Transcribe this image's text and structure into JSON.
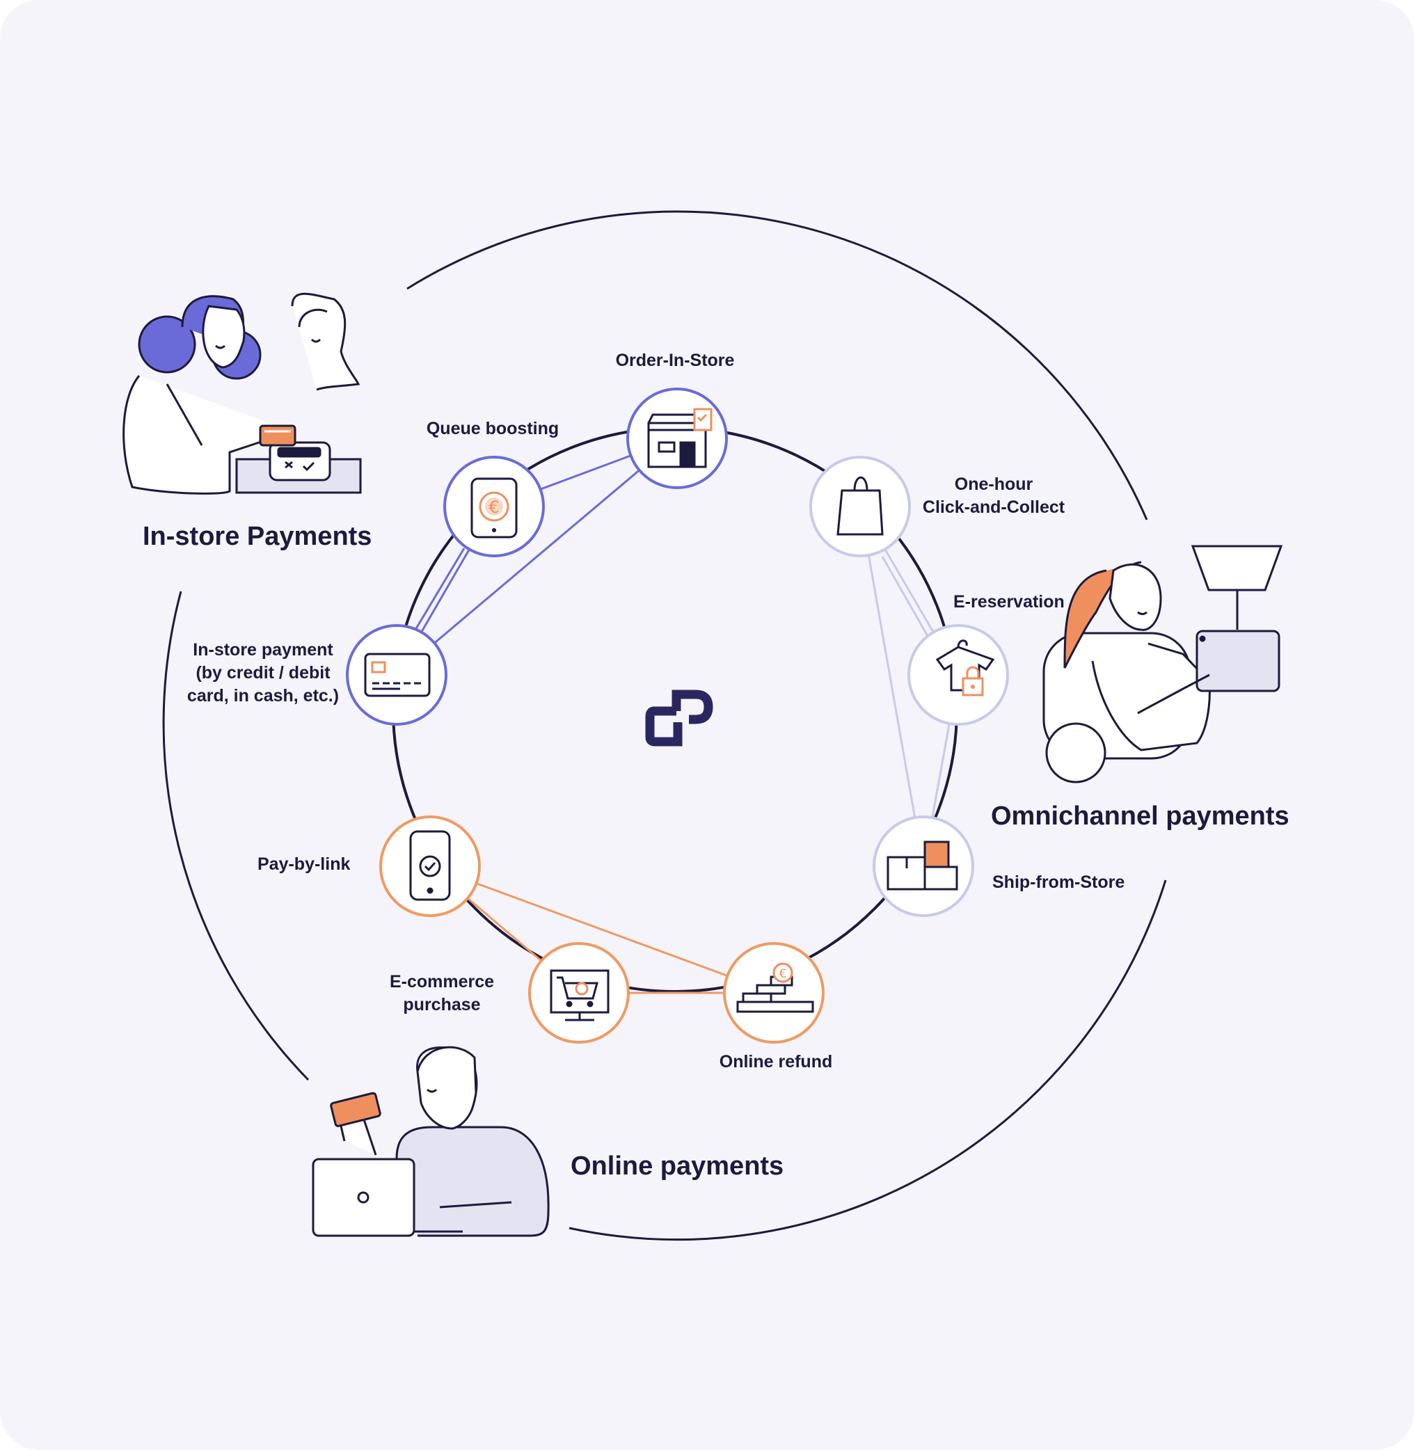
{
  "groups": {
    "in_store": "In-store Payments",
    "omnichannel": "Omnichannel payments",
    "online": "Online payments"
  },
  "nodes": {
    "order_in_store": "Order-In-Store",
    "queue_boosting": "Queue boosting",
    "click_collect": "One-hour\nClick-and-Collect",
    "e_reservation": "E-reservation",
    "in_store_payment": "In-store payment\n(by credit / debit\ncard, in cash, etc.)",
    "pay_by_link": "Pay-by-link",
    "ship_from_store": "Ship-from-Store",
    "ecommerce": "E-commerce\npurchase",
    "online_refund": "Online refund"
  },
  "colors": {
    "background": "#f5f4fa",
    "ink": "#1c1a3d",
    "in_store_accent": "#6a6bd8",
    "omnichannel_accent": "#c9c9ec",
    "online_accent": "#ef9a62",
    "orange_fill": "#ef8f5d",
    "lavender_fill": "#e3e3f2"
  },
  "icons": [
    "store-icon",
    "phone-euro-icon",
    "shopping-bag-icon",
    "shirt-lock-icon",
    "credit-card-icon",
    "phone-check-icon",
    "boxes-icon",
    "cart-monitor-icon",
    "coins-icon",
    "logo-mark"
  ]
}
